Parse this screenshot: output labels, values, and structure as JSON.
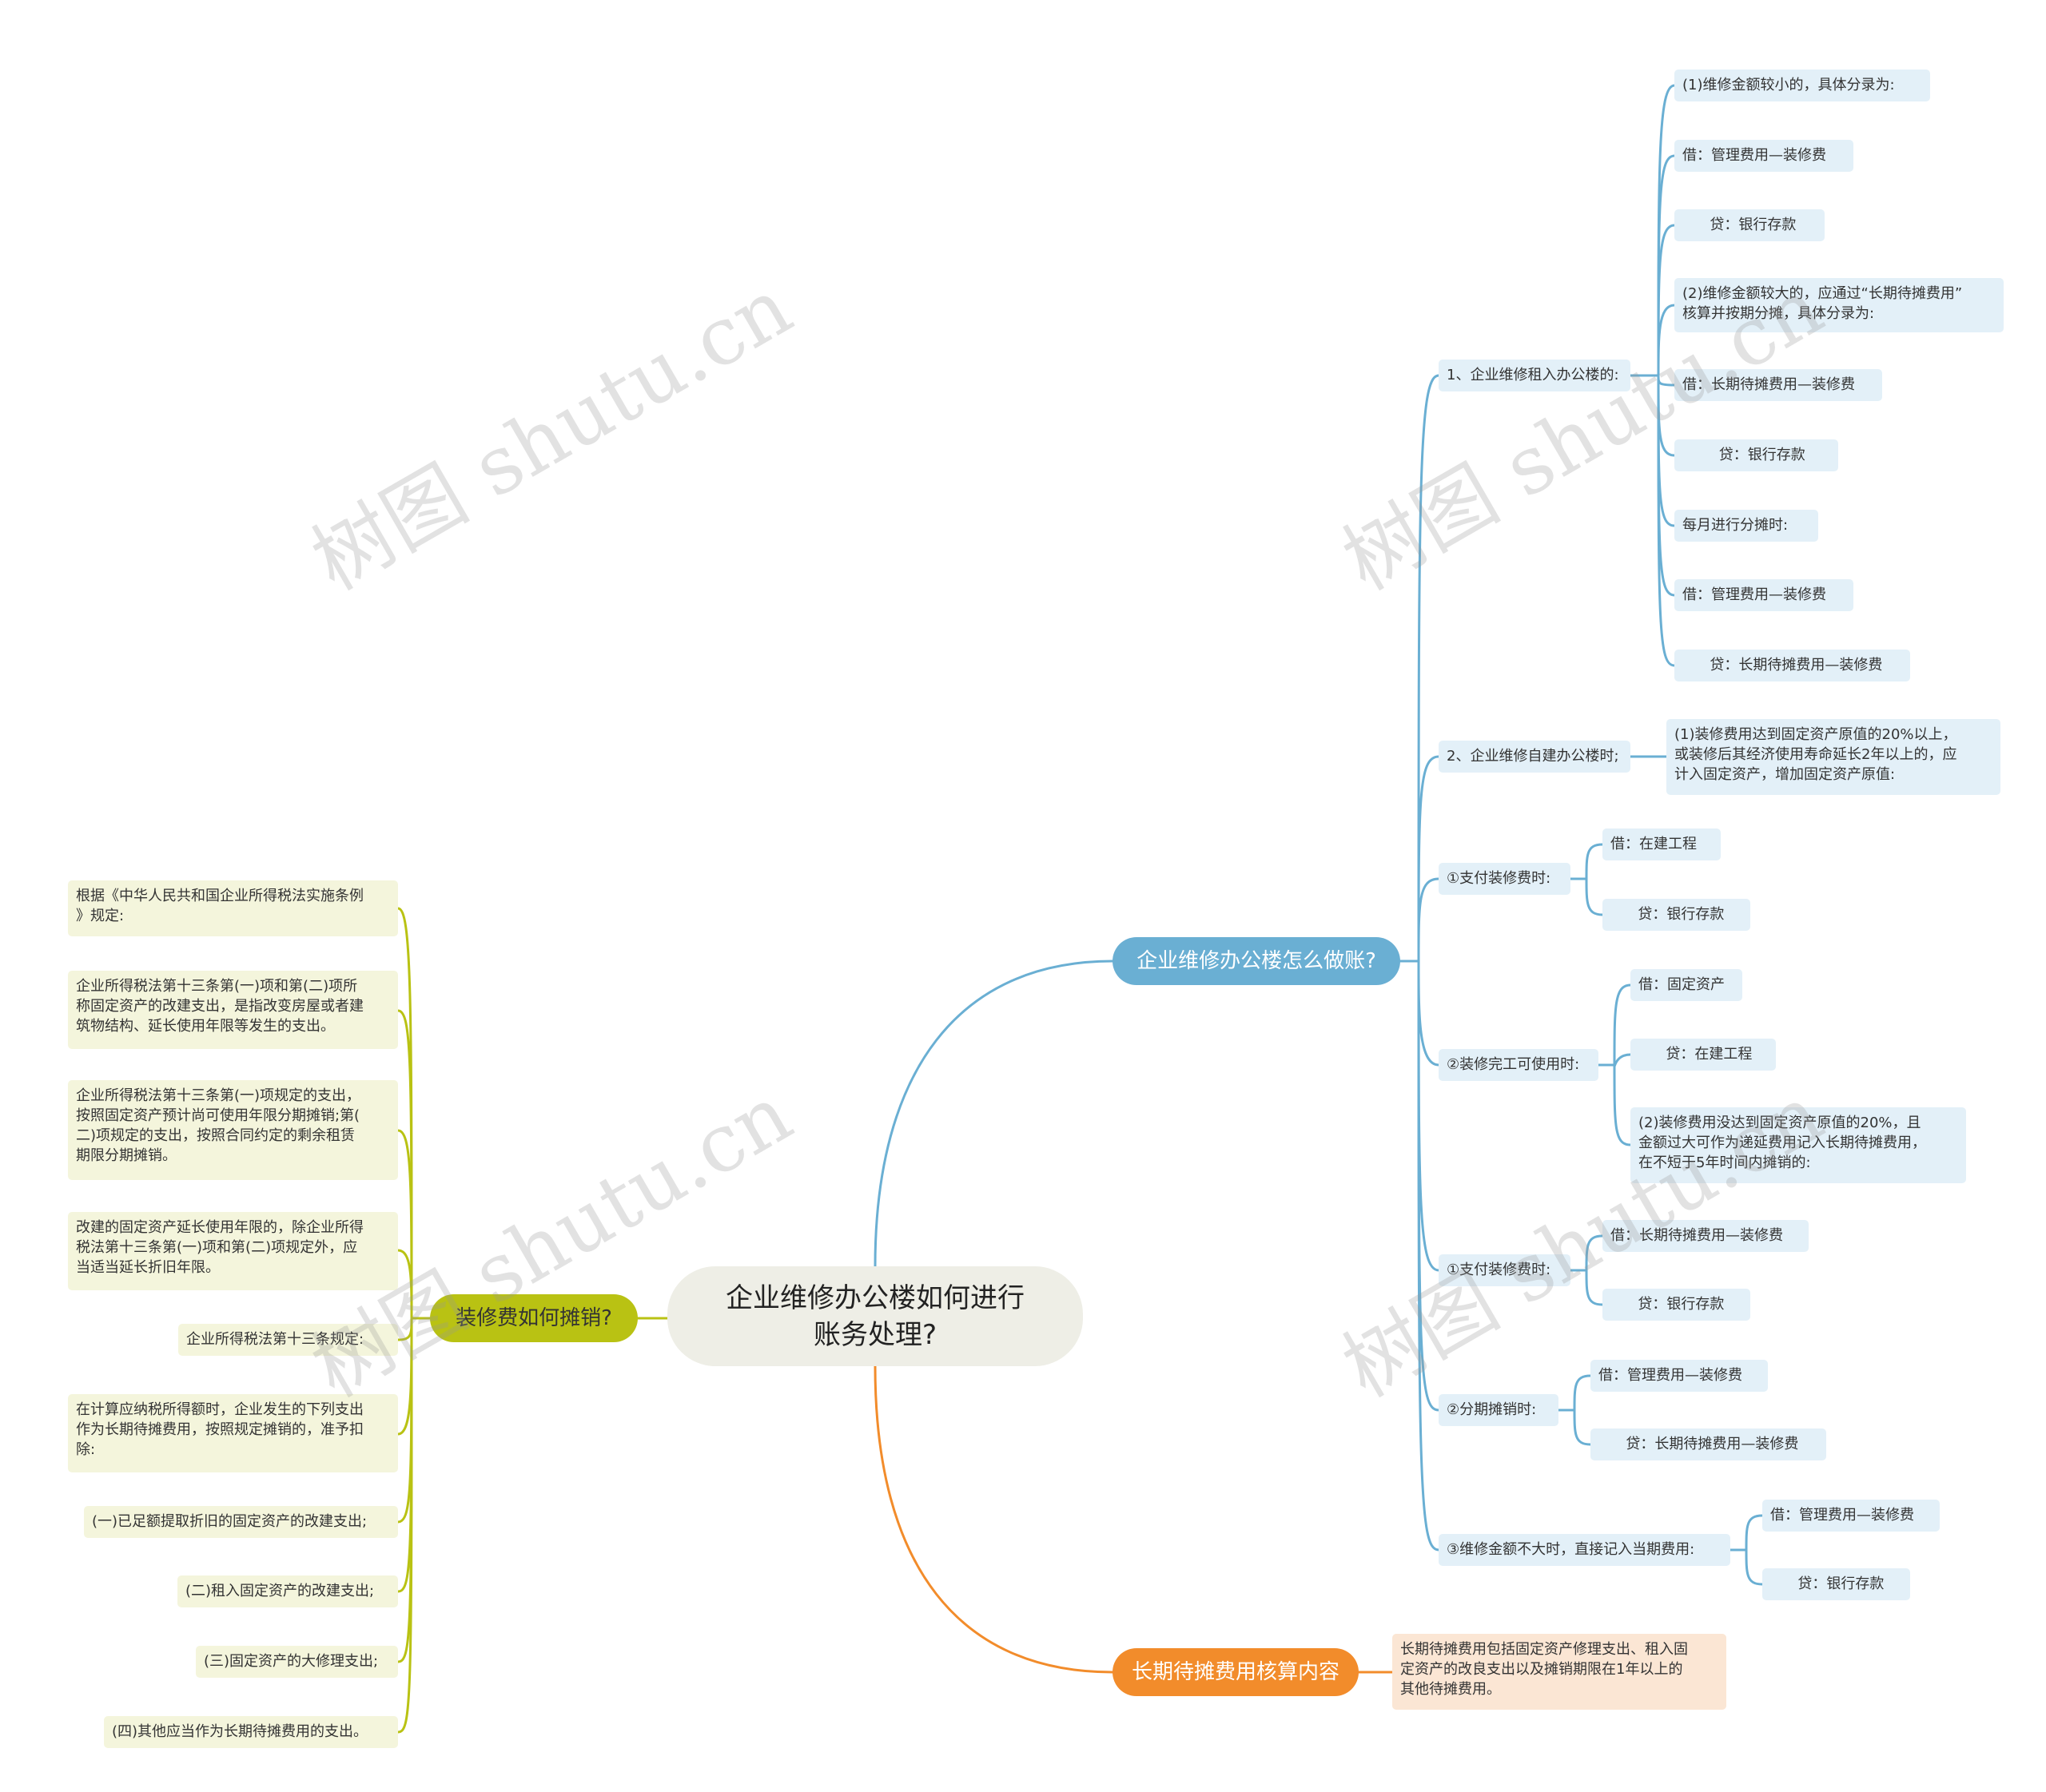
{
  "root": {
    "title": "企业维修办公楼如何进行\n账务处理?"
  },
  "branches": {
    "accounting": "企业维修办公楼怎么做账?",
    "amortize": "装修费如何摊销?",
    "longterm": "长期待摊费用核算内容"
  },
  "right": {
    "rent": {
      "label": "1、企业维修租入办公楼的:",
      "items": [
        "(1)维修金额较小的，具体分录为:",
        "借：管理费用—装修费",
        "      贷：银行存款",
        "(2)维修金额较大的，应通过“长期待摊费用”\n核算并按期分摊，具体分录为:",
        "借：长期待摊费用—装修费",
        "        贷：银行存款",
        "每月进行分摊时:",
        "借：管理费用—装修费",
        "      贷：长期待摊费用—装修费"
      ]
    },
    "self": {
      "label": "2、企业维修自建办公楼时;",
      "item": "(1)装修费用达到固定资产原值的20%以上，\n或装修后其经济使用寿命延长2年以上的，应\n计入固定资产，增加固定资产原值:"
    },
    "pay1": {
      "label": "①支付装修费时:",
      "items": [
        "借：在建工程",
        "      贷：银行存款"
      ]
    },
    "done": {
      "label": "②装修完工可使用时:",
      "items": [
        "借：固定资产",
        "      贷：在建工程",
        "(2)装修费用没达到固定资产原值的20%，且\n金额过大可作为递延费用记入长期待摊费用，\n在不短于5年时间内摊销的:"
      ]
    },
    "pay2": {
      "label": "①支付装修费时:",
      "items": [
        "借：长期待摊费用—装修费",
        "      贷：银行存款"
      ]
    },
    "split": {
      "label": "②分期摊销时:",
      "items": [
        "借：管理费用—装修费",
        "      贷：长期待摊费用—装修费"
      ]
    },
    "small": {
      "label": "③维修金额不大时，直接记入当期费用:",
      "items": [
        "借：管理费用—装修费",
        "      贷：银行存款"
      ]
    }
  },
  "longterm_note": "长期待摊费用包括固定资产修理支出、租入固\n定资产的改良支出以及摊销期限在1年以上的\n其他待摊费用。",
  "left": {
    "items": [
      "根据《中华人民共和国企业所得税法实施条例\n》规定:",
      "企业所得税法第十三条第(一)项和第(二)项所\n称固定资产的改建支出，是指改变房屋或者建\n筑物结构、延长使用年限等发生的支出。",
      "企业所得税法第十三条第(一)项规定的支出，\n按照固定资产预计尚可使用年限分期摊销;第(\n二)项规定的支出，按照合同约定的剩余租赁\n期限分期摊销。",
      "改建的固定资产延长使用年限的，除企业所得\n税法第十三条第(一)项和第(二)项规定外，应\n当适当延长折旧年限。",
      "企业所得税法第十三条规定:",
      "在计算应纳税所得额时，企业发生的下列支出\n作为长期待摊费用，按照规定摊销的，准予扣\n除:",
      "(一)已足额提取折旧的固定资产的改建支出;",
      "(二)租入固定资产的改建支出;",
      "(三)固定资产的大修理支出;",
      "(四)其他应当作为长期待摊费用的支出。"
    ]
  },
  "watermark": "树图 shutu.cn",
  "colors": {
    "blue": "#6aafd3",
    "green": "#b9c213",
    "orange": "#f28c2b"
  }
}
